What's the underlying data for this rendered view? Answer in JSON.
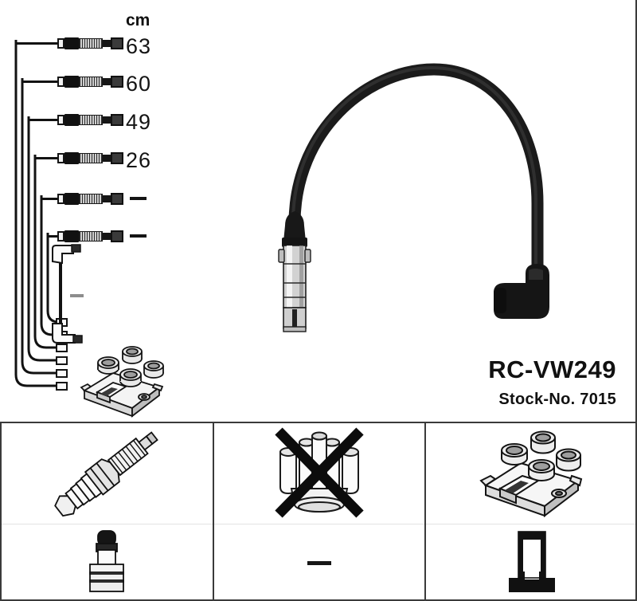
{
  "product": {
    "code": "RC-VW249",
    "stock_label": "Stock-No. 7015"
  },
  "measurements": {
    "unit_header": "cm",
    "rows": [
      {
        "value": "63",
        "has_value": true
      },
      {
        "value": "60",
        "has_value": true
      },
      {
        "value": "49",
        "has_value": true
      },
      {
        "value": "26",
        "has_value": true
      },
      {
        "value": "—",
        "has_value": false
      },
      {
        "value": "—",
        "has_value": false
      }
    ],
    "jumper_value": "—"
  },
  "diagram": {
    "main_cable_name": "ignition-cable-with-spark-plug-connector-and-right-angle-coil-boot",
    "harness_name": "six-lead-cable-set-routed-to-ignition-coil",
    "coil_name": "ignition-coil-pack"
  },
  "panels": [
    {
      "top_icon": "spark-plug",
      "bottom_icon": "spark-plug-connector-boot",
      "bottom_is_dash": false,
      "bottom_dash": ""
    },
    {
      "top_icon": "distributor-cap-crossed-out",
      "bottom_icon": "none",
      "bottom_is_dash": true,
      "bottom_dash": "—"
    },
    {
      "top_icon": "ignition-coil-pack",
      "bottom_icon": "right-angle-coil-connector",
      "bottom_is_dash": false,
      "bottom_dash": ""
    }
  ],
  "colors": {
    "line": "#121212",
    "frame": "#3a3a3a",
    "metal_light": "#cfcfcf",
    "background": "#ffffff"
  }
}
